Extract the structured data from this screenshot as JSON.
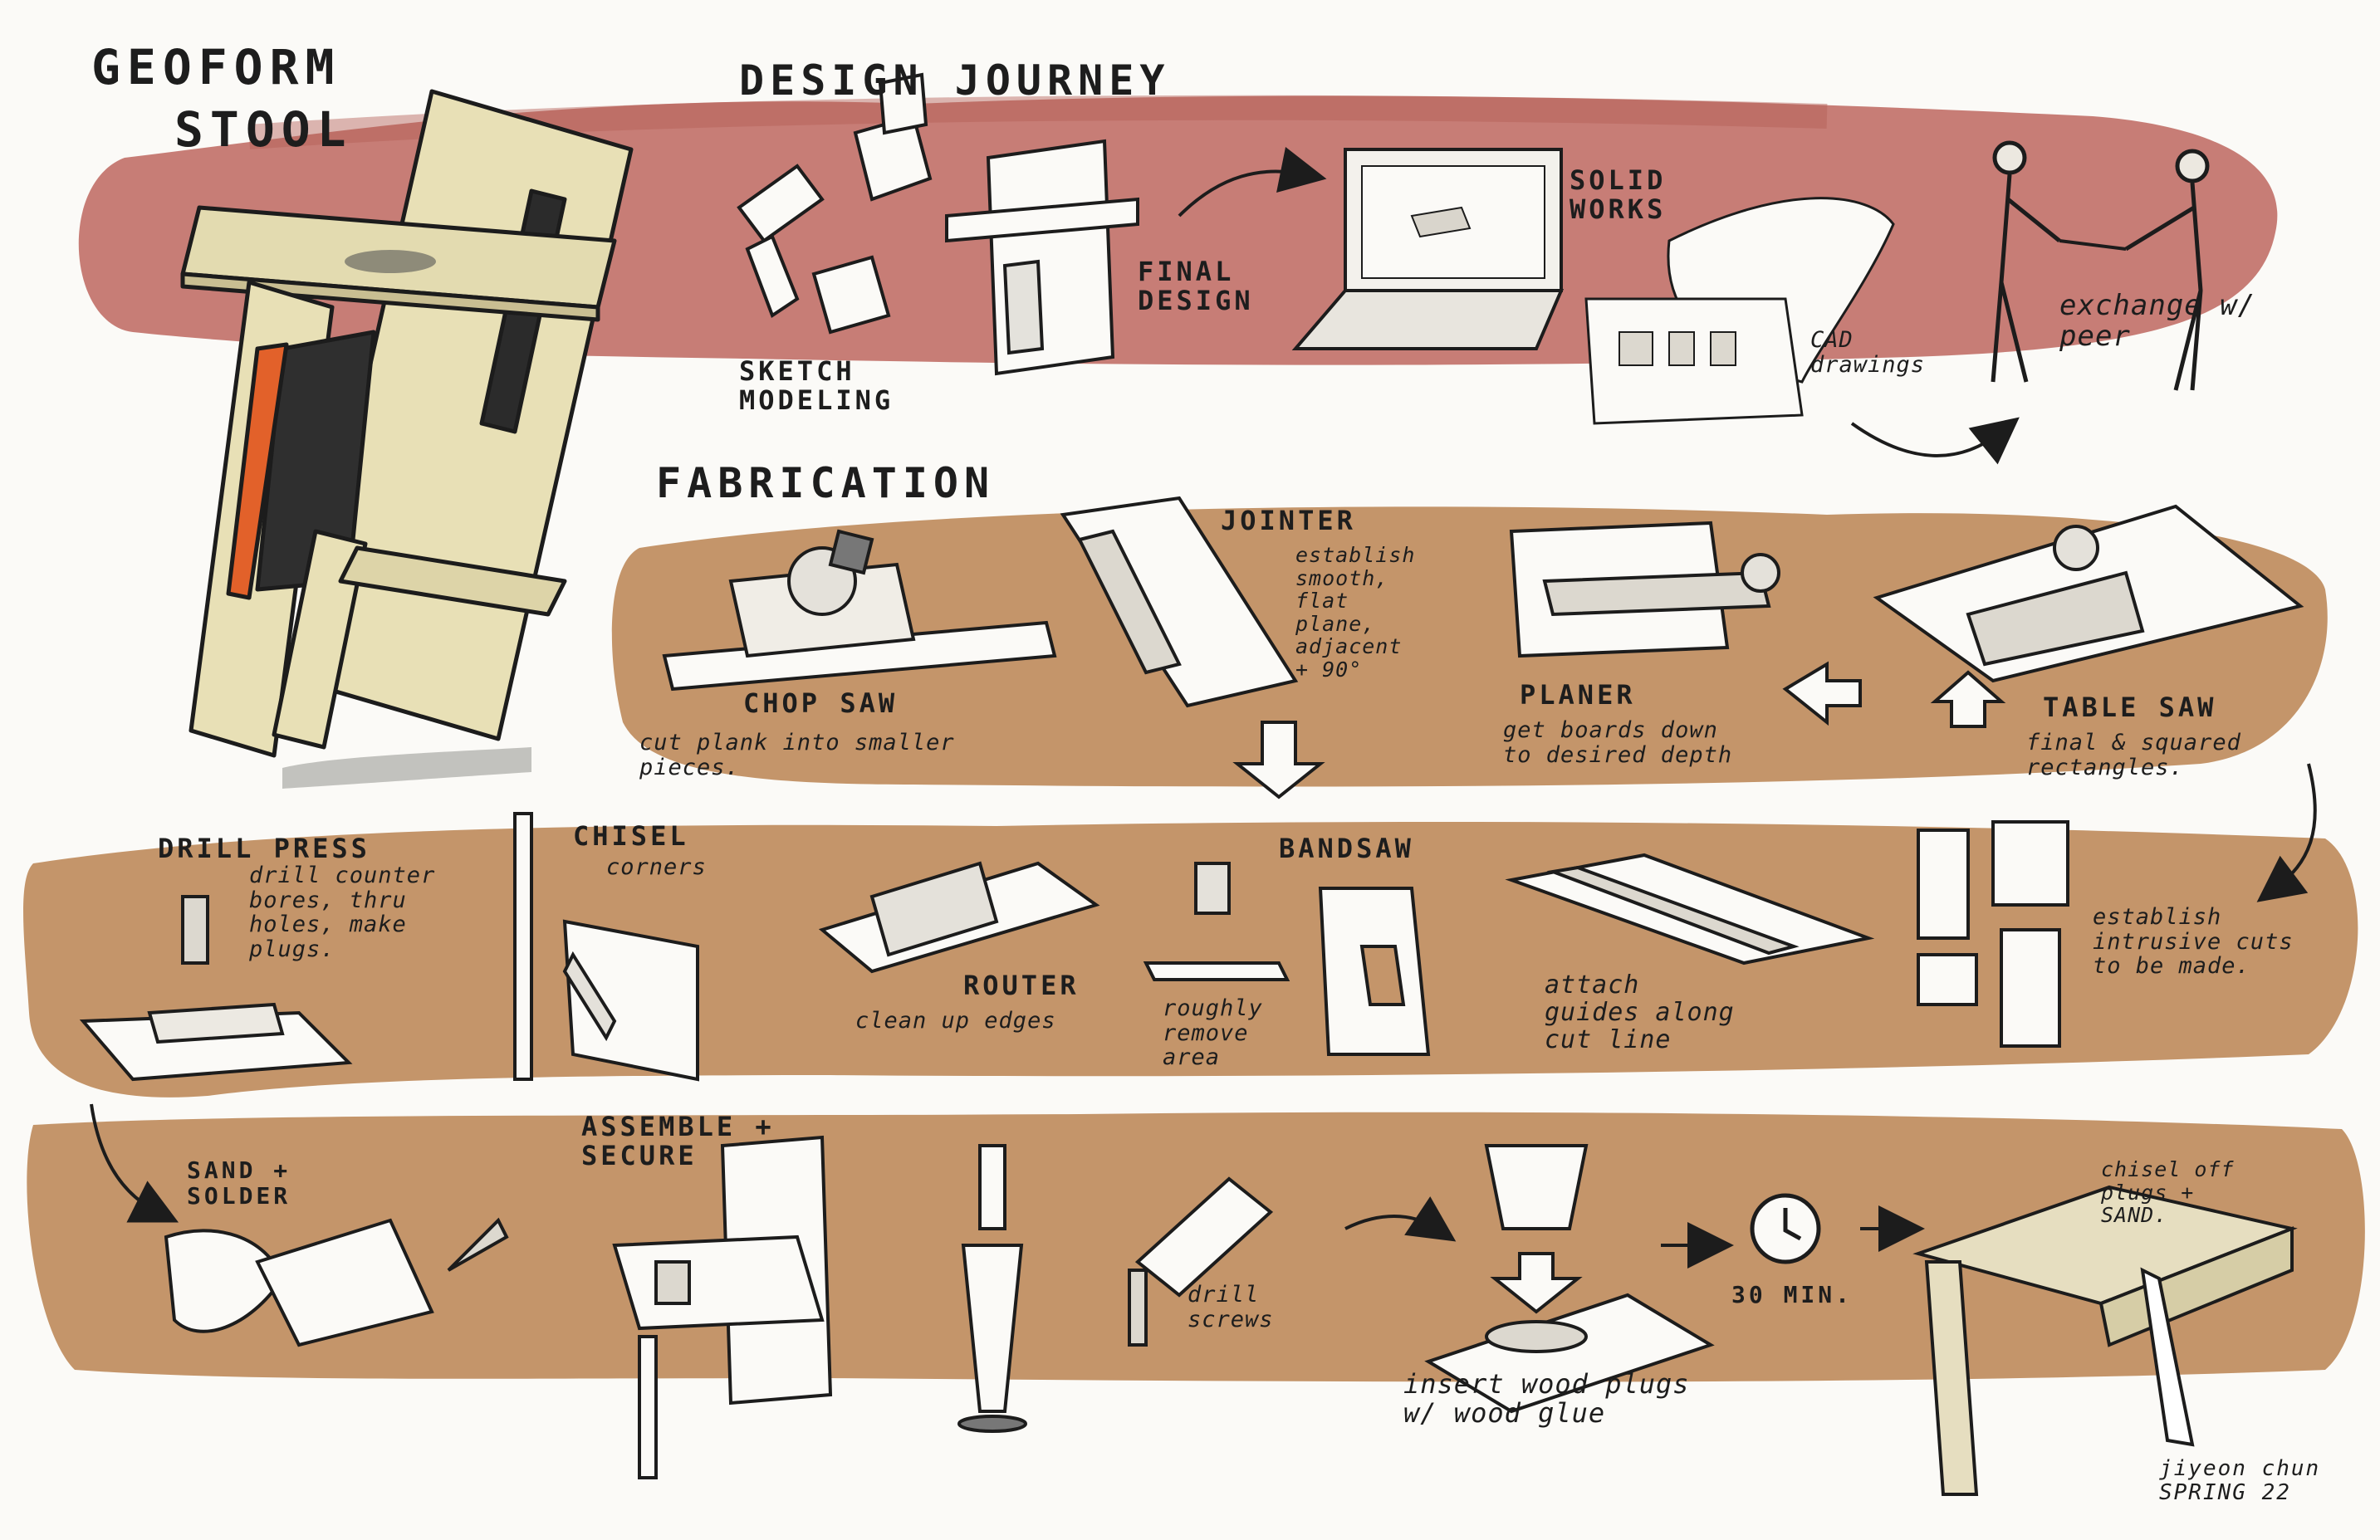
{
  "title_line1": "GEoFORM",
  "title_line2": "STOOL",
  "sections": {
    "design_journey": "DESIGN JOURNEY",
    "fabrication": "FABRICATION"
  },
  "design": {
    "sketch": "SKETCH\nMODELING",
    "final": "FINAL\nDESIGN",
    "solidworks": "SOLID\nWORKS",
    "cad": "CAD\ndrawings",
    "exchange": "exchange w/\npeer"
  },
  "fab_row1": {
    "chop_saw": "CHOP SAW",
    "chop_saw_note": "cut plank into smaller\npieces.",
    "jointer": "JOINTER",
    "jointer_note": "establish\nsmooth,\nflat\nplane,\nadjacent\n+ 90°",
    "planer": "PLANER",
    "planer_note": "get boards down\nto desired depth",
    "table_saw": "TABLE SAW",
    "table_saw_note": "final & squared\nrectangles."
  },
  "fab_row2": {
    "drill_press": "DRILL PRESS",
    "drill_press_note": "drill counter\nbores, thru\nholes, make\nplugs.",
    "chisel": "CHISEL",
    "chisel_note": "corners",
    "router": "ROUTER",
    "router_note": "clean up edges",
    "bandsaw": "BANDSAW",
    "bandsaw_note": "roughly\nremove\narea",
    "attach_note": "attach\nguides along\ncut line",
    "establish_note": "establish\nintrusive cuts\nto be made."
  },
  "fab_row3": {
    "sand": "SAND +\nSOLDER",
    "assemble": "ASSEMBLE +\nSECURE",
    "drill_screws": "drill\nscrews",
    "plugs_note": "insert wood plugs\nw/ wood glue",
    "timer": "30 MIN.",
    "chisel_off": "chisel off\nplugs +\nSAND."
  },
  "signature": "jiyeon chun\nSPRING 22",
  "colors": {
    "red_band": "#c2726a",
    "tan_band": "#c4956a",
    "wood": "#e8e0b6",
    "orange": "#e2612a",
    "ink": "#1c1c1c"
  }
}
